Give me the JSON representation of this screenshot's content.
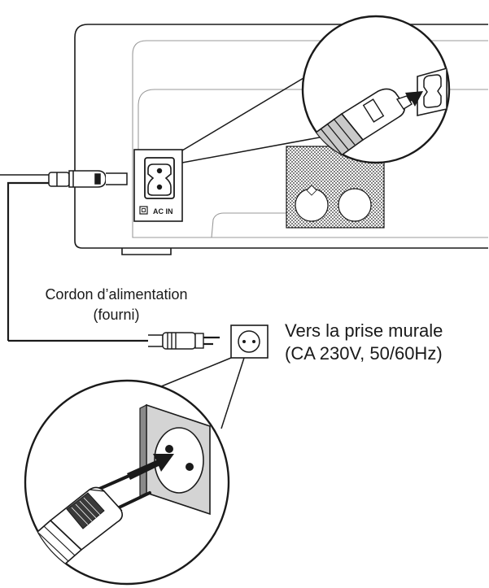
{
  "panel_label": "AC IN",
  "cord_label_line1": "Cordon d’alimentation",
  "cord_label_line2": "(fourni)",
  "wall_label_line1": "Vers la prise murale",
  "wall_label_line2": "(CA 230V, 50/60Hz)",
  "colors": {
    "line": "#1a1a1a",
    "fill": "#ffffff",
    "shade": "#d9d9d9",
    "dark": "#3a3a3a"
  },
  "icons": {
    "connector_zoom": "iec-c7-plug-icon",
    "wall_zoom": "europlug-icon",
    "outlet": "wall-outlet-icon"
  }
}
